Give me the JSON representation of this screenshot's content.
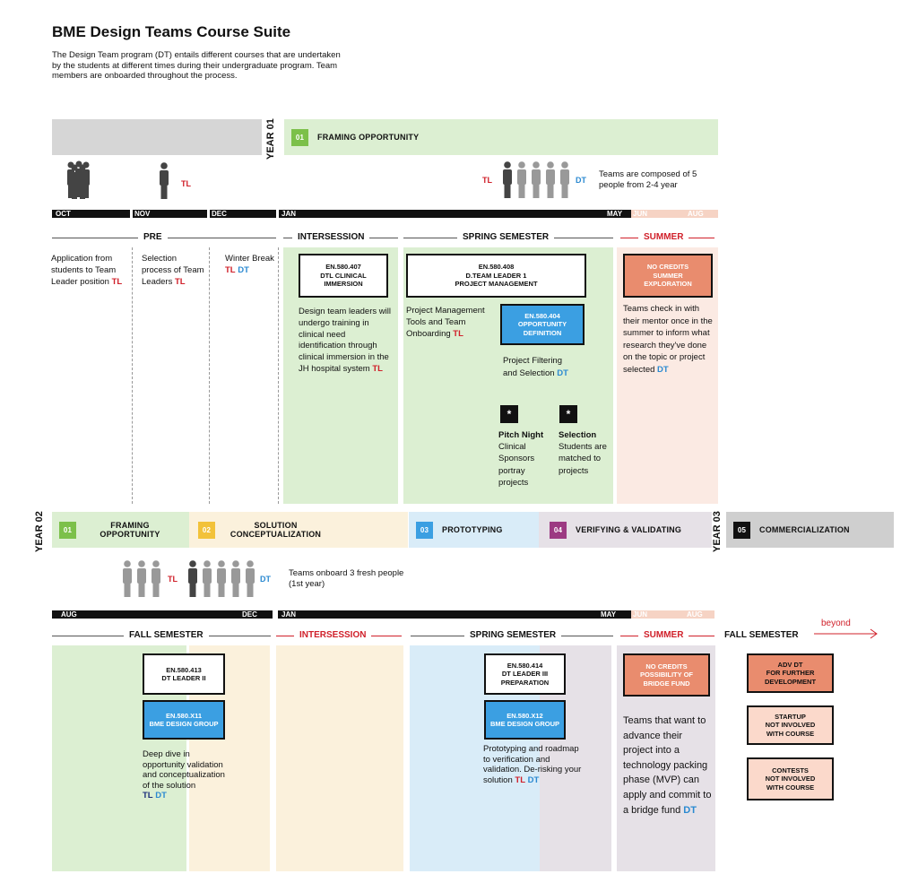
{
  "title": "BME Design Teams Course Suite",
  "intro": "The Design Team program (DT) entails different courses that are undertaken by the students at different times during their undergraduate program. Team members are onboarded throughout the process.",
  "year1": {
    "label": "YEAR 01",
    "phase": {
      "num": "01",
      "label": "FRAMING OPPORTUNITY"
    },
    "tl": "TL",
    "dt": "DT",
    "teams_note": "Teams are composed of 5 people from 2-4 year",
    "months": [
      "OCT",
      "NOV",
      "DEC",
      "JAN",
      "MAY",
      "JUN",
      "AUG"
    ],
    "semesters": [
      "PRE",
      "INTERSESSION",
      "SPRING SEMESTER",
      "SUMMER"
    ],
    "col1": "Application from students to Team Leader position",
    "col2": "Selection process of Team Leaders",
    "col3": "Winter Break",
    "course1": {
      "code": "EN.580.407",
      "name": "DTL CLINICAL IMMERSION"
    },
    "course1_text": "Design team leaders will undergo training in clinical need identification through clinical immersion in the JH hospital system",
    "course2": {
      "code": "EN.580.408",
      "name": "D.TEAM LEADER 1",
      "sub": "PROJECT MANAGEMENT"
    },
    "course2_text": "Project Management Tools and Team Onboarding",
    "course3": {
      "code": "EN.580.404",
      "name": "OPPORTUNITY DEFINITION"
    },
    "course3_text": "Project Filtering and Selection",
    "star": "*",
    "pitch_title": "Pitch Night",
    "pitch_text": "Clinical Sponsors portray projects",
    "selection_title": "Selection",
    "selection_text": "Students are matched to projects",
    "summer_box": {
      "l1": "NO CREDITS",
      "l2": "SUMMER",
      "l3": "EXPLORATION"
    },
    "summer_text": "Teams check in with their mentor once in the summer to inform what research they've done on the topic or project selected"
  },
  "year2": {
    "label": "YEAR 02",
    "phases": [
      {
        "num": "01",
        "label": "FRAMING OPPORTUNITY",
        "color": "#7cc04a"
      },
      {
        "num": "02",
        "label": "SOLUTION CONCEPTUALIZATION",
        "color": "#f2c23a"
      },
      {
        "num": "03",
        "label": "PROTOTYPING",
        "color": "#3b9fe2"
      },
      {
        "num": "04",
        "label": "VERIFYING & VALIDATING",
        "color": "#9c3a82"
      }
    ],
    "tl": "TL",
    "dt": "DT",
    "onboard_note": "Teams onboard 3 fresh people (1st year)",
    "months": [
      "AUG",
      "DEC",
      "JAN",
      "MAY",
      "JUN",
      "AUG"
    ],
    "semesters": [
      "FALL SEMESTER",
      "INTERSESSION",
      "SPRING SEMESTER",
      "SUMMER",
      "FALL SEMESTER"
    ],
    "beyond": "beyond",
    "course1": {
      "code": "EN.580.413",
      "name": "DT LEADER II"
    },
    "course2": {
      "code": "EN.580.X11",
      "name": "BME DESIGN GROUP"
    },
    "course12_text": "Deep dive in opportunity validation and conceptualization of the solution",
    "course3": {
      "code": "EN.580.414",
      "name": "DT LEADER III",
      "sub": "PREPARATION"
    },
    "course4": {
      "code": "EN.580.X12",
      "name": "BME DESIGN GROUP"
    },
    "course34_text": "Prototyping and roadmap to verification and validation. De-risking your solution",
    "summer_box": {
      "l1": "NO CREDITS",
      "l2": "POSSIBILITY OF",
      "l3": "BRIDGE FUND"
    },
    "summer_text": "Teams that want to advance their project into a technology packing phase (MVP) can apply and commit to a bridge fund",
    "adv": {
      "l1": "ADV DT",
      "l2": "FOR FURTHER",
      "l3": "DEVELOPMENT"
    },
    "startup": {
      "l1": "STARTUP",
      "l2": "NOT INVOLVED",
      "l3": "WITH COURSE"
    },
    "contests": {
      "l1": "CONTESTS",
      "l2": "NOT INVOLVED",
      "l3": "WITH COURSE"
    }
  },
  "year3": {
    "label": "YEAR 03",
    "phase": {
      "num": "05",
      "label": "COMMERCIALIZATION"
    }
  }
}
